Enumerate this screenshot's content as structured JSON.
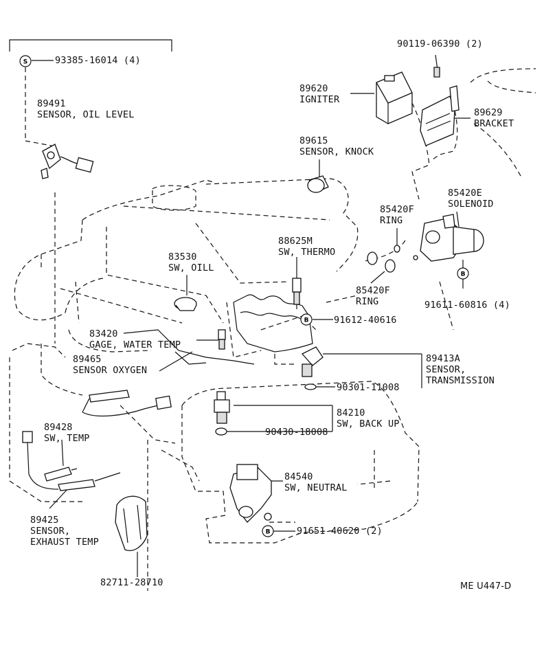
{
  "diagram": {
    "code": "ME U447-D",
    "marker_s": "S",
    "marker_b": "B",
    "labels": {
      "p93385": "93385-16014 (4)",
      "p89491": "89491\nSENSOR, OIL LEVEL",
      "p90119": "90119-06390 (2)",
      "p89620": "89620\nIGNITER",
      "p89629": "89629\nBRACKET",
      "p89615": "89615\nSENSOR, KNOCK",
      "p85420E": "85420E\nSOLENOID",
      "p85420F_a": "85420F\nRING",
      "p88625M": "88625M\nSW, THERMO",
      "p83530": "83530\nSW, OILL",
      "p85420F_b": "85420F\nRING",
      "p91611": "91611-60816 (4)",
      "p91612": "91612-40616",
      "p83420": "83420\nGAGE, WATER TEMP",
      "p89465": "89465\nSENSOR OXYGEN",
      "p89413A": "89413A\nSENSOR,\nTRANSMISSION",
      "p90301": "90301-11008",
      "p84210": "84210\nSW, BACK UP",
      "p90430": "90430-18008",
      "p89428": "89428\nSW, TEMP",
      "p84540": "84540\nSW, NEUTRAL",
      "p91651": "91651-40620 (2)",
      "p89425": "89425\nSENSOR,\nEXHAUST TEMP",
      "p82711": "82711-28710"
    }
  }
}
